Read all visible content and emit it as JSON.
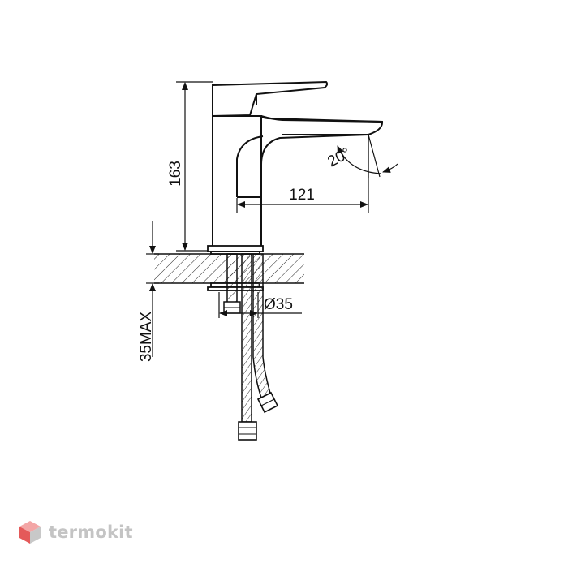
{
  "drawing": {
    "height_dim": "163",
    "reach_dim": "121",
    "angle_dim": "20°",
    "hole_dim": "Ø35",
    "max_thickness_dim": "35MAX"
  },
  "brand": {
    "name": "termokit",
    "logo_colors": [
      "#f3a6a6",
      "#e45a5a",
      "#c8c8c8"
    ]
  }
}
